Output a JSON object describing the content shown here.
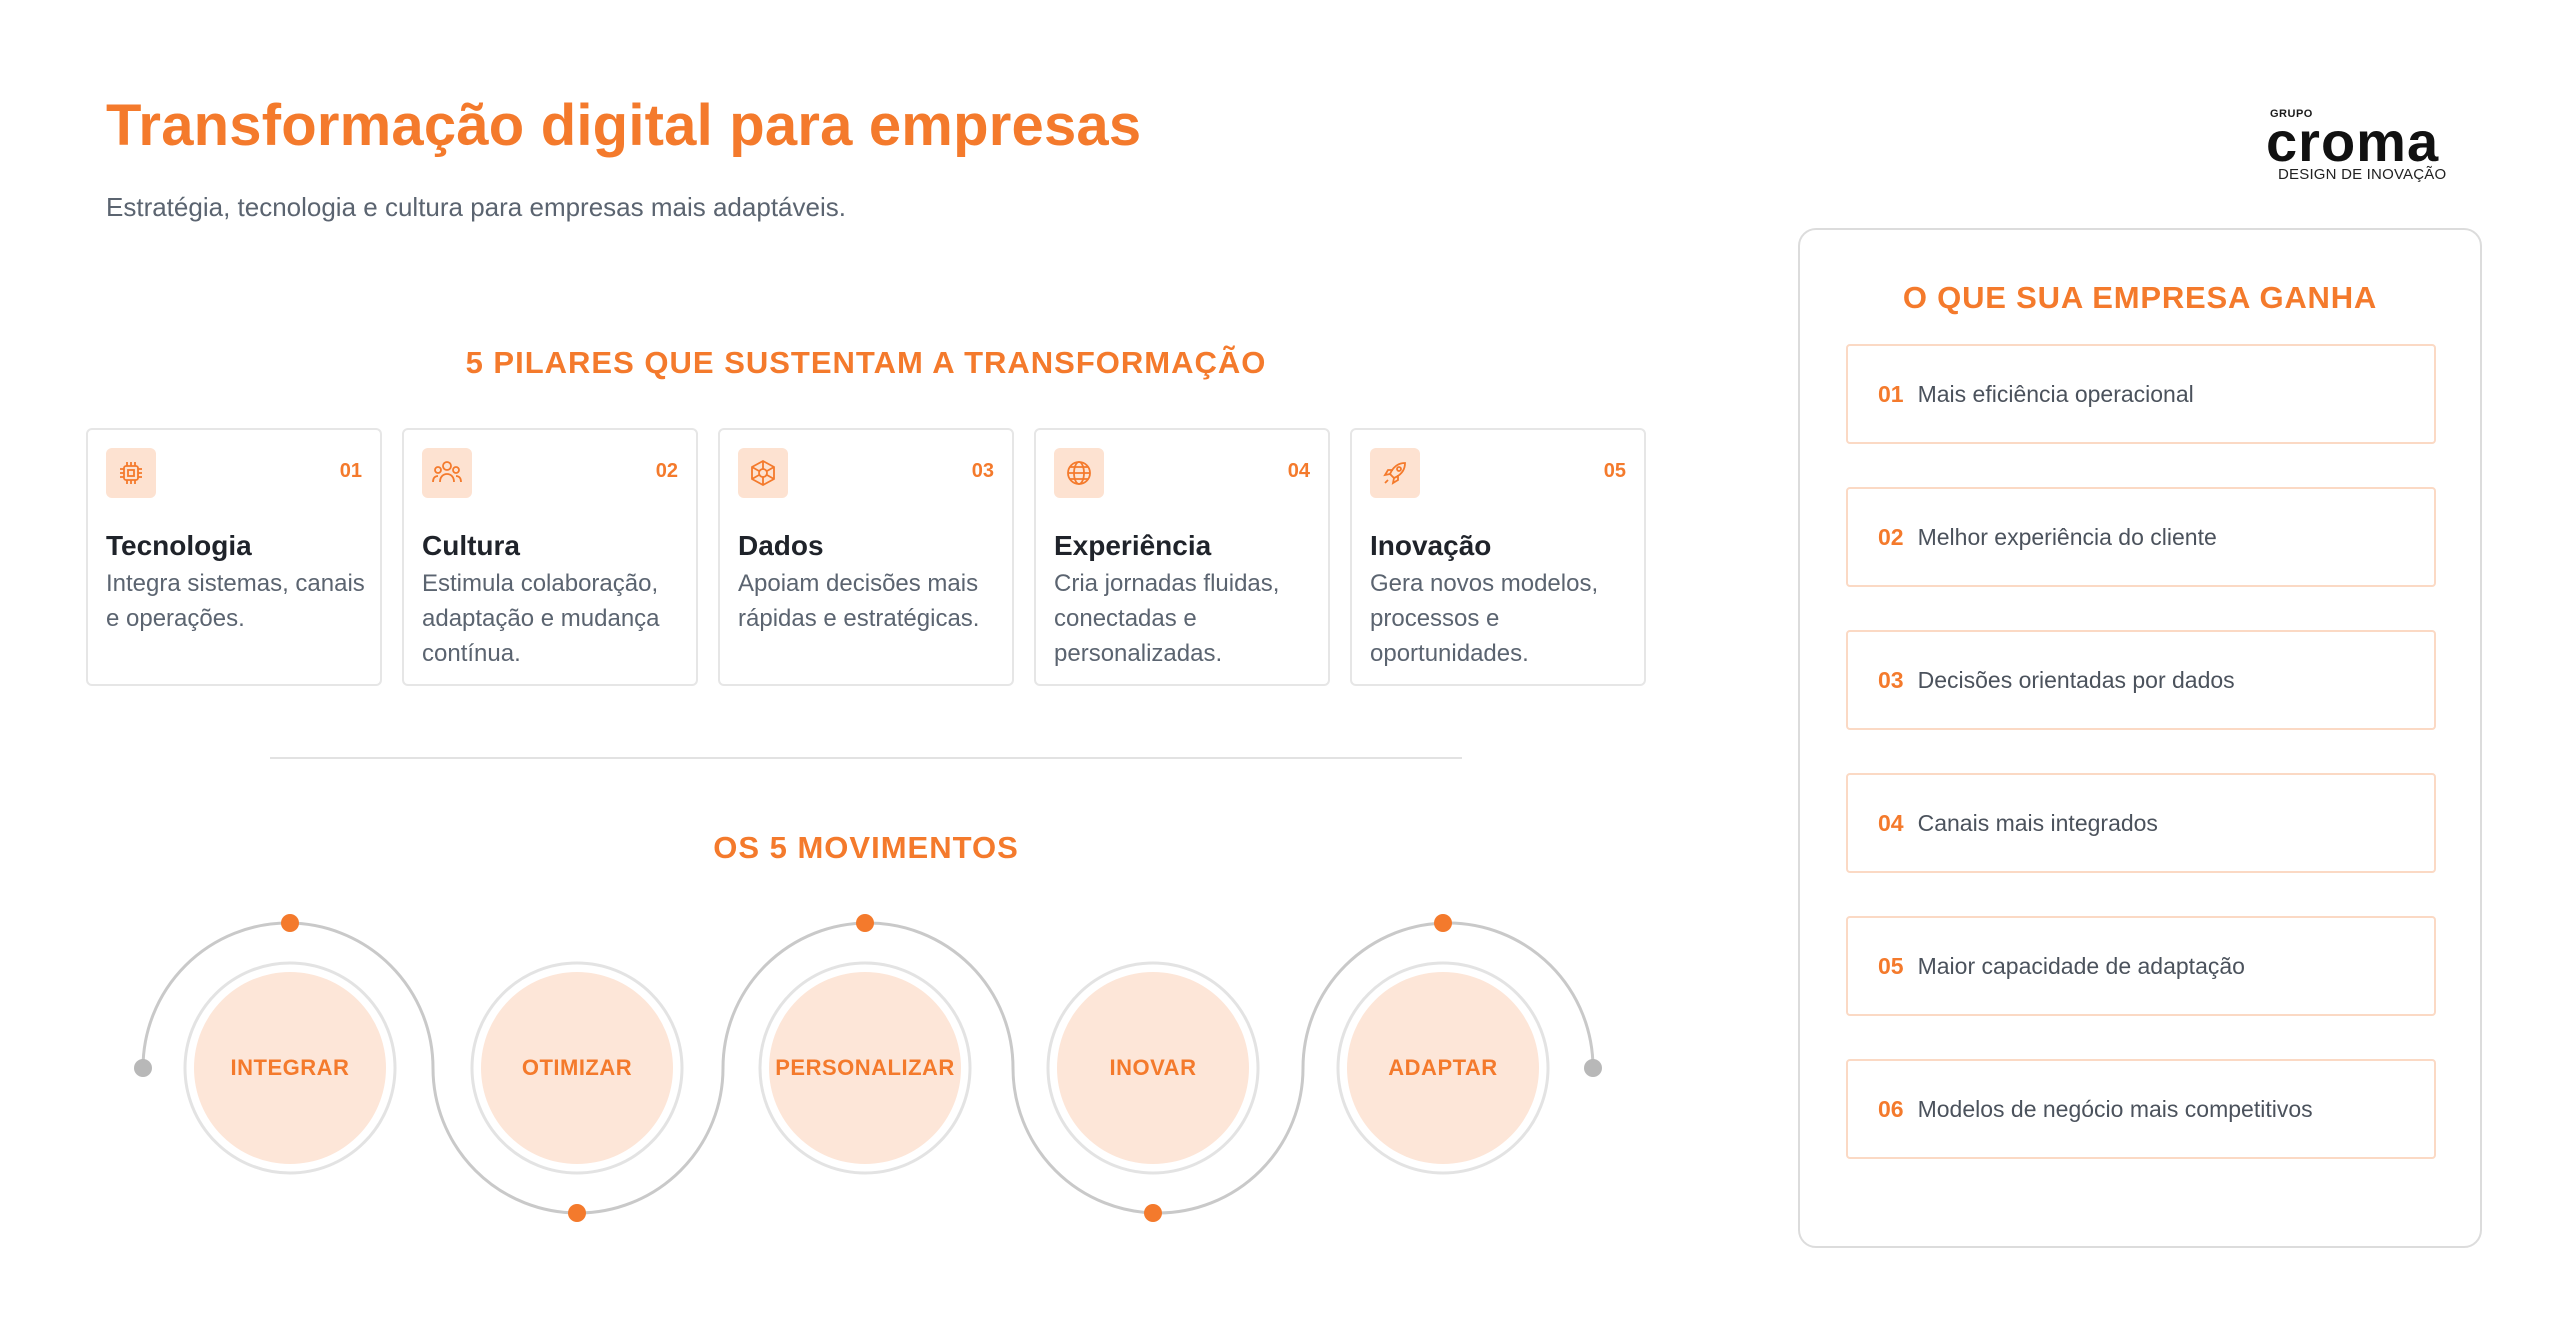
{
  "header": {
    "title": "Transformação digital para empresas",
    "subtitle": "Estratégia, tecnologia e cultura para empresas mais adaptáveis."
  },
  "logo": {
    "small": "GRUPO",
    "word": "croma",
    "tagline": "DESIGN DE INOVAÇÃO"
  },
  "pillars": {
    "title": "5 PILARES QUE SUSTENTAM A TRANSFORMAÇÃO",
    "items": [
      {
        "num": "01",
        "title": "Tecnologia",
        "desc": "Integra sistemas, canais e operações.",
        "icon": "chip-icon"
      },
      {
        "num": "02",
        "title": "Cultura",
        "desc": "Estimula colaboração, adaptação e mudança contínua.",
        "icon": "team-icon"
      },
      {
        "num": "03",
        "title": "Dados",
        "desc": "Apoiam decisões mais rápidas e estratégicas.",
        "icon": "network-icon"
      },
      {
        "num": "04",
        "title": "Experiência",
        "desc": "Cria jornadas fluidas, conectadas e personalizadas.",
        "icon": "globe-icon"
      },
      {
        "num": "05",
        "title": "Inovação",
        "desc": "Gera novos modelos, processos e oportunidades.",
        "icon": "rocket-icon"
      }
    ]
  },
  "movements": {
    "title": "OS 5 MOVIMENTOS",
    "items": [
      "INTEGRAR",
      "OTIMIZAR",
      "PERSONALIZAR",
      "INOVAR",
      "ADAPTAR"
    ]
  },
  "benefits": {
    "title": "O QUE SUA EMPRESA GANHA",
    "items": [
      {
        "num": "01",
        "text": "Mais eficiência operacional"
      },
      {
        "num": "02",
        "text": "Melhor experiência do cliente"
      },
      {
        "num": "03",
        "text": "Decisões orientadas por dados"
      },
      {
        "num": "04",
        "text": "Canais mais integrados"
      },
      {
        "num": "05",
        "text": "Maior capacidade de adaptação"
      },
      {
        "num": "06",
        "text": "Modelos de negócio mais competitivos"
      }
    ]
  },
  "colors": {
    "accent": "#f47a2c",
    "accent_light": "#fde6d8",
    "line": "#c9c9c9"
  }
}
